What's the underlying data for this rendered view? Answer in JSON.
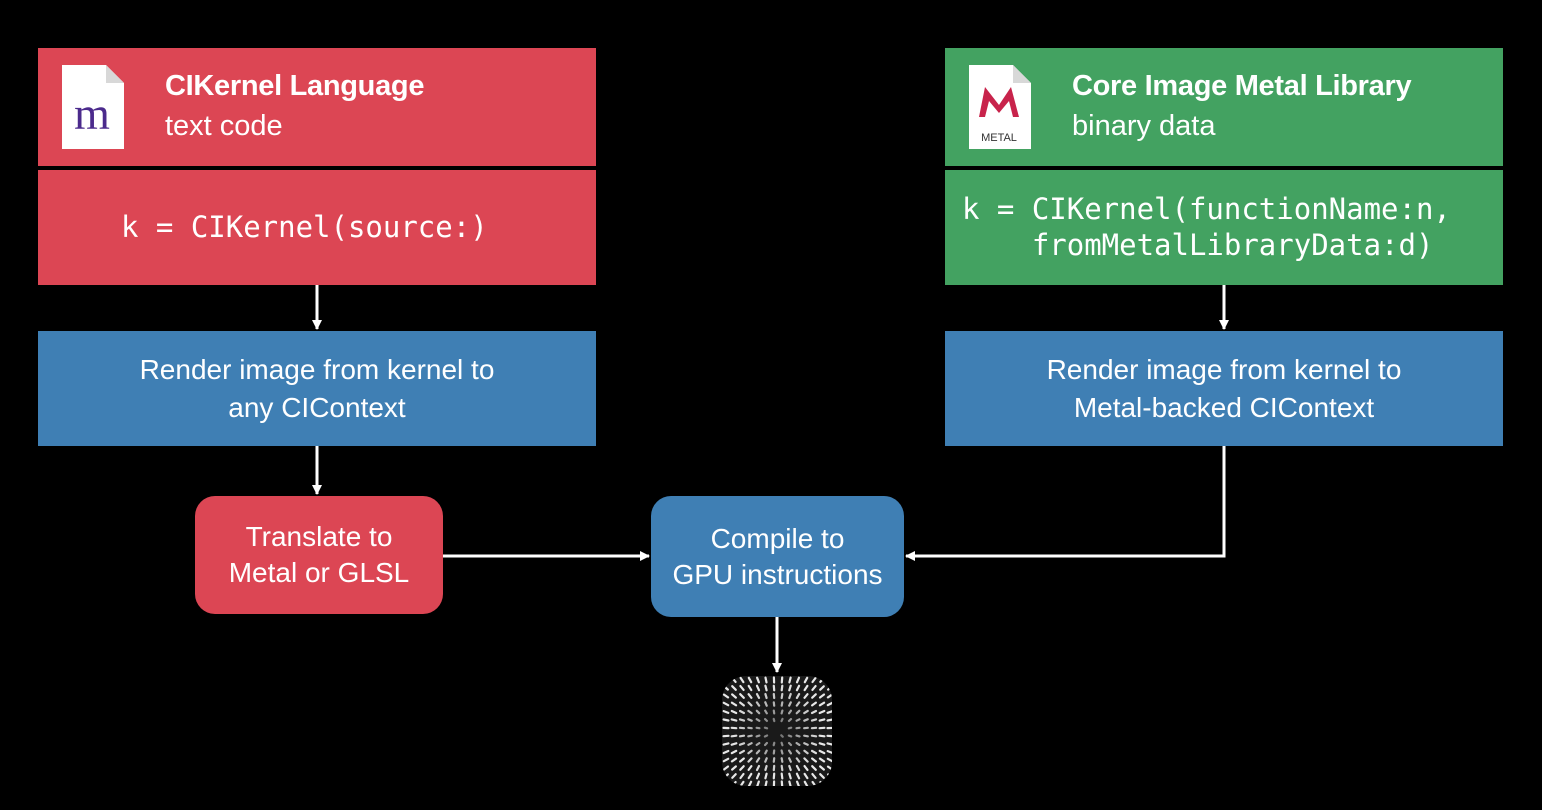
{
  "left": {
    "header": {
      "title": "CIKernel Language",
      "subtitle": "text code",
      "icon": "document-m-icon",
      "icon_letter": "m",
      "color": "#dc4654"
    },
    "code": {
      "line1": "k = CIKernel(source:)"
    },
    "render": {
      "line1": "Render image from kernel to",
      "line2": "any CIContext"
    },
    "translate": {
      "line1": "Translate to",
      "line2": "Metal or GLSL"
    }
  },
  "right": {
    "header": {
      "title": "Core Image Metal Library",
      "subtitle": "binary data",
      "icon": "metal-file-icon",
      "icon_label": "METAL",
      "color": "#43a261"
    },
    "code": {
      "line1": "k = CIKernel(functionName:n,",
      "line2": "    fromMetalLibraryData:d)"
    },
    "render": {
      "line1": "Render image from kernel to",
      "line2": "Metal-backed CIContext"
    }
  },
  "compile": {
    "line1": "Compile to",
    "line2": "GPU instructions"
  },
  "output": {
    "icon": "gpu-output-icon"
  },
  "colors": {
    "red": "#dc4654",
    "green": "#43a261",
    "blue": "#3f7fb4",
    "background": "#000000",
    "arrow": "#ffffff"
  }
}
